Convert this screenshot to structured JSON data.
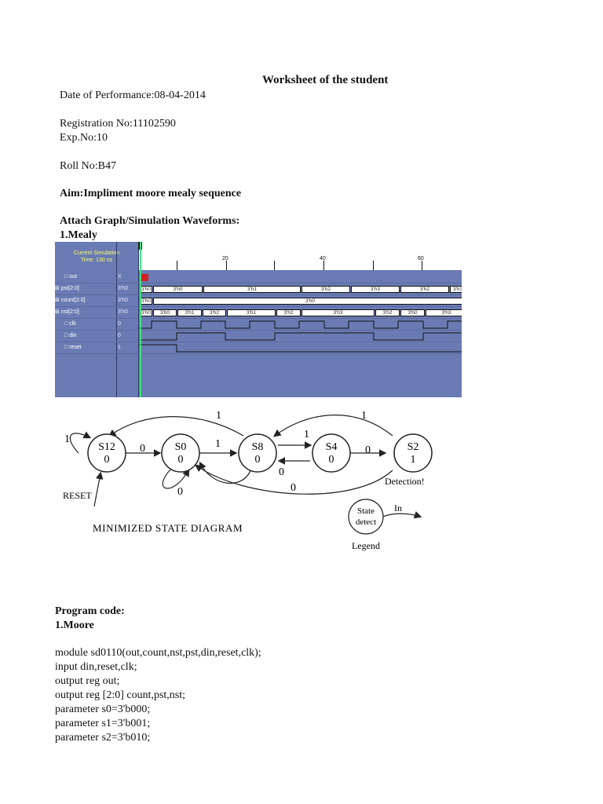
{
  "header": {
    "title": "Worksheet of the student"
  },
  "info": {
    "date": "Date of Performance:08-04-2014",
    "registration": "Registration No:11102590",
    "exp": "Exp.No:10",
    "roll": "Roll No:B47",
    "aim": "Aim:Impliment moore mealy sequence",
    "attach": "Attach Graph/Simulation Waveforms:",
    "section_mealy": "1.Mealy"
  },
  "waveform": {
    "header_line1": "Current Simulation",
    "header_line2": "Time: 130 ns",
    "ruler_ticks": [
      "20",
      "40",
      "60"
    ],
    "signals": [
      {
        "name": "out",
        "value": "X"
      },
      {
        "name": "pst[2:0]",
        "value": "3'h0"
      },
      {
        "name": "count[2:0]",
        "value": "3'h0"
      },
      {
        "name": "nst[2:0]",
        "value": "3'h0"
      },
      {
        "name": "clk",
        "value": "0"
      },
      {
        "name": "din",
        "value": "0"
      },
      {
        "name": "reset",
        "value": "1"
      }
    ],
    "pst_segments": [
      "3'h0",
      "3'h0",
      "3'h1",
      "3'h2",
      "3'h3",
      "3'h2",
      "3'h3"
    ],
    "count_segments": [
      "3'h0",
      "3'h0"
    ],
    "nst_segments": [
      "3'h0",
      "3'h0",
      "3'h1",
      "3'h2",
      "3'h1",
      "3'h2",
      "3'h3",
      "3'h2",
      "3'h0",
      "3'h3"
    ]
  },
  "diagram": {
    "states": [
      {
        "name": "S12",
        "output": "0"
      },
      {
        "name": "S0",
        "output": "0"
      },
      {
        "name": "S8",
        "output": "0"
      },
      {
        "name": "S4",
        "output": "0"
      },
      {
        "name": "S2",
        "output": "1"
      }
    ],
    "edge_labels": [
      "1",
      "1",
      "0",
      "1",
      "1",
      "0",
      "0",
      "0",
      "0",
      "1"
    ],
    "reset_label": "RESET",
    "detection_label": "Detection!",
    "title": "MINIMIZED STATE DIAGRAM",
    "legend_state": "State",
    "legend_detect": "detect",
    "legend_in": "In",
    "legend_label": "Legend"
  },
  "program": {
    "heading": "Program code:",
    "section_moore": "1.Moore",
    "lines": [
      "module sd0110(out,count,nst,pst,din,reset,clk);",
      "input din,reset,clk;",
      "output reg out;",
      "output reg [2:0] count,pst,nst;",
      "parameter s0=3'b000;",
      "parameter s1=3'b001;",
      "parameter s2=3'b010;"
    ]
  }
}
